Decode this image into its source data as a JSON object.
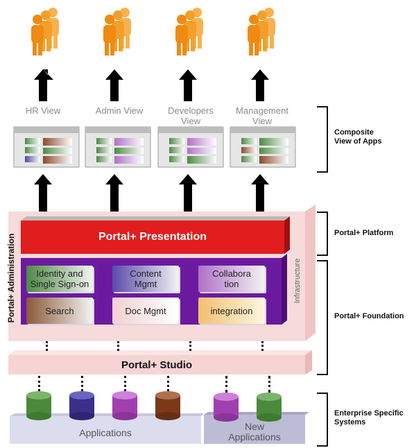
{
  "views": [
    {
      "label": "HR View"
    },
    {
      "label": "Admin View"
    },
    {
      "label": "Developers\nView"
    },
    {
      "label": "Management\nView"
    }
  ],
  "layers": {
    "presentation": "Portal+ Presentation",
    "administration": "Portal+ Administration",
    "infrastructure": "Infrastructure",
    "studio": "Portal+ Studio",
    "applications": "Applications",
    "new_applications": "New\nApplications"
  },
  "modules": [
    {
      "label": "Identity and\nSingle Sign-on"
    },
    {
      "label": "Content\nMgmt"
    },
    {
      "label": "Collabora\ntion"
    },
    {
      "label": "Search"
    },
    {
      "label": "Doc Mgmt"
    },
    {
      "label": "integration"
    }
  ],
  "right_labels": {
    "composite": "Composite\nView of Apps",
    "platform": "Portal+ Platform",
    "foundation": "Portal+ Foundation",
    "enterprise": "Enterprise Specific\nSystems"
  },
  "colors": {
    "user_orange": "#f59a1e",
    "presentation_red": "#e11d1d",
    "foundation_purple": "#6b1aa0",
    "platform_pink": "#f6d2d2",
    "db_green": "#4a8a3a",
    "db_blue": "#3a2f8a",
    "db_purple": "#a040b0",
    "db_brown": "#7a3a1a"
  }
}
